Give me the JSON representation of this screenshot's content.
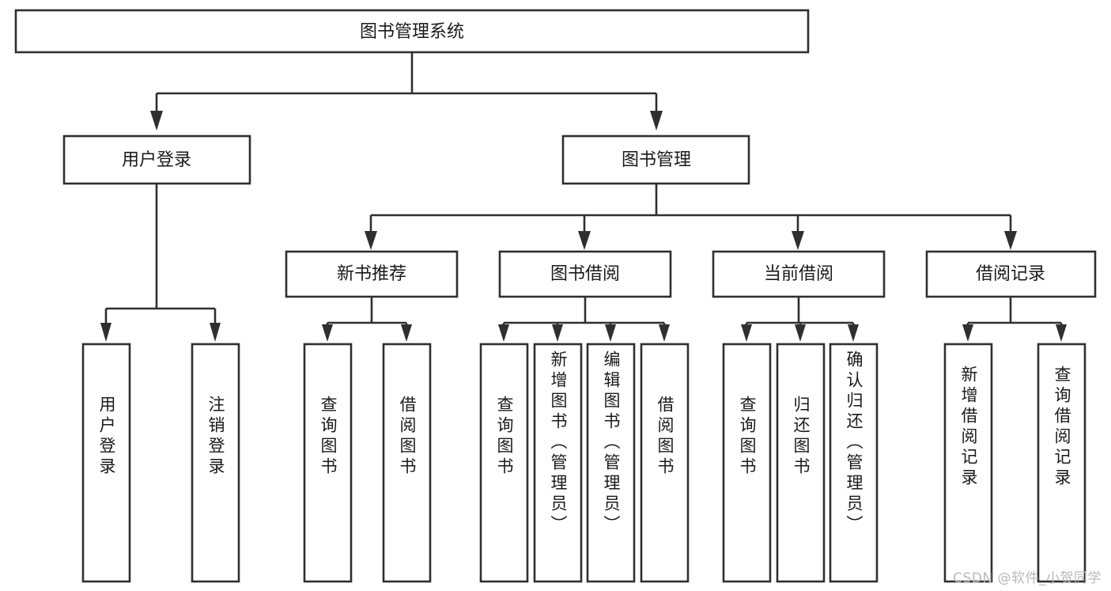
{
  "diagram": {
    "type": "tree-hierarchy",
    "title": "图书管理系统",
    "orientation": "top-down",
    "watermark": "CSDN @软件_小贺同学",
    "root": {
      "label": "图书管理系统",
      "level": 0
    },
    "level1": [
      {
        "label": "用户登录"
      },
      {
        "label": "图书管理"
      }
    ],
    "level2": [
      {
        "label": "新书推荐",
        "parent": "图书管理"
      },
      {
        "label": "图书借阅",
        "parent": "图书管理"
      },
      {
        "label": "当前借阅",
        "parent": "图书管理"
      },
      {
        "label": "借阅记录",
        "parent": "图书管理"
      }
    ],
    "leaves": {
      "user_login": [
        {
          "label": "用户登录"
        },
        {
          "label": "注销登录"
        }
      ],
      "new_book": [
        {
          "label": "查询图书"
        },
        {
          "label": "借阅图书"
        }
      ],
      "book_borrow": [
        {
          "label": "查询图书"
        },
        {
          "label": "新增图书（管理员）"
        },
        {
          "label": "编辑图书（管理员）"
        },
        {
          "label": "借阅图书"
        }
      ],
      "current_borrow": [
        {
          "label": "查询图书"
        },
        {
          "label": "归还图书"
        },
        {
          "label": "确认归还（管理员）"
        }
      ],
      "borrow_record": [
        {
          "label": "新增借阅记录"
        },
        {
          "label": "查询借阅记录"
        }
      ]
    },
    "colors": {
      "stroke": "#2f2f2f",
      "fill": "#ffffff",
      "text": "#1a1a1a",
      "watermark": "#b9b9b9"
    }
  }
}
